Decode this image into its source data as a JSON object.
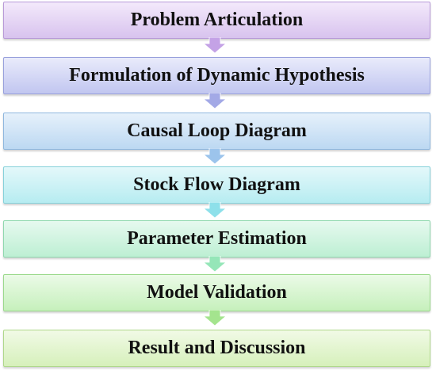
{
  "diagram": {
    "steps": [
      {
        "label": "Problem Articulation",
        "fill_top": "#f3e9fb",
        "fill_bottom": "#d8c3ee",
        "border": "#b89ad8"
      },
      {
        "label": "Formulation of Dynamic Hypothesis",
        "fill_top": "#e9ebfb",
        "fill_bottom": "#c1c6f0",
        "border": "#98a0dc"
      },
      {
        "label": "Causal Loop Diagram",
        "fill_top": "#e6f1fb",
        "fill_bottom": "#bcd8f2",
        "border": "#8fb7de"
      },
      {
        "label": "Stock Flow Diagram",
        "fill_top": "#e4f8fa",
        "fill_bottom": "#b6ecf1",
        "border": "#86d1da"
      },
      {
        "label": "Parameter Estimation",
        "fill_top": "#e6f9ef",
        "fill_bottom": "#bdefd3",
        "border": "#8fd8ae"
      },
      {
        "label": "Model Validation",
        "fill_top": "#ebfae7",
        "fill_bottom": "#c6f0bc",
        "border": "#9bd98c"
      },
      {
        "label": "Result and Discussion",
        "fill_top": "#f1fae6",
        "fill_bottom": "#d6f0bb",
        "border": "#afd88a"
      }
    ],
    "arrows": [
      {
        "color": "#c4a2e6"
      },
      {
        "color": "#a3a9e6"
      },
      {
        "color": "#9cc4ec"
      },
      {
        "color": "#8ee0ea"
      },
      {
        "color": "#95e6b8"
      },
      {
        "color": "#a4e48e"
      }
    ]
  }
}
